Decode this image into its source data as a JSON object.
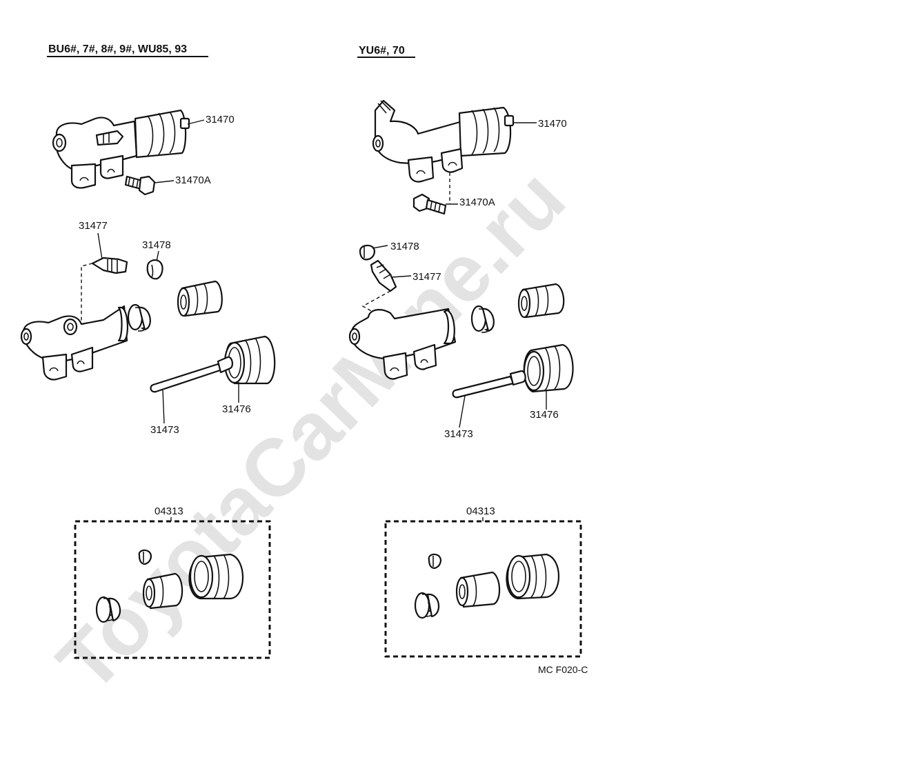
{
  "watermark": "ToyotaCarMine.ru",
  "left_group": {
    "heading": "BU6#, 7#, 8#, 9#, WU85, 93",
    "labels": {
      "cylinder_assy": "31470",
      "bolt": "31470A",
      "bleeder_plug": "31477",
      "bleeder_cap": "31478",
      "push_rod": "31473",
      "boot": "31476",
      "kit": "04313"
    }
  },
  "right_group": {
    "heading": "YU6#, 70",
    "labels": {
      "cylinder_assy": "31470",
      "bolt": "31470A",
      "bleeder_cap": "31478",
      "bleeder_plug": "31477",
      "push_rod": "31473",
      "boot": "31476",
      "kit": "04313"
    }
  },
  "figure_code": "MC F020-C"
}
